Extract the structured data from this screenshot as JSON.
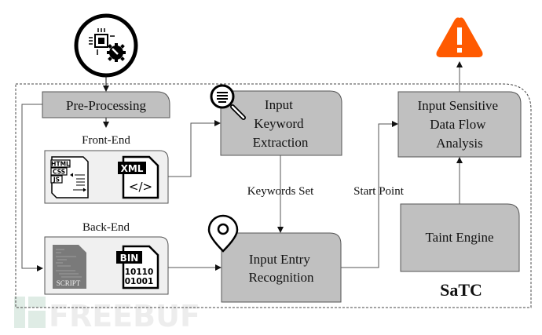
{
  "diagram": {
    "system_label": "SaTC",
    "nodes": {
      "pre_processing": "Pre-Processing",
      "front_end_label": "Front-End",
      "back_end_label": "Back-End",
      "keyword_extraction": [
        "Input",
        "Keyword",
        "Extraction"
      ],
      "entry_recognition": [
        "Input Entry",
        "Recognition"
      ],
      "data_flow_analysis": [
        "Input Sensitive",
        "Data Flow",
        "Analysis"
      ],
      "taint_engine": "Taint Engine"
    },
    "edges": {
      "keywords_set": "Keywords Set",
      "start_point": "Start Point"
    },
    "file_icons": {
      "html": "HTML",
      "css": "CSS",
      "js": "JS",
      "xml": "XML",
      "xml_tag": "</>",
      "script": "SCRIPT",
      "bin": "BIN",
      "bin_row1": "10110",
      "bin_row2": "01001"
    },
    "icons": [
      "firmware-chip-gear-icon",
      "magnifier-icon",
      "location-pin-icon",
      "warning-icon"
    ],
    "colors": {
      "node_fill": "#c0c0c0",
      "group_fill": "#f0f0f0",
      "warning": "#ff5a00",
      "watermark": "#d8e8e0"
    },
    "watermark": "FREEBUF"
  }
}
